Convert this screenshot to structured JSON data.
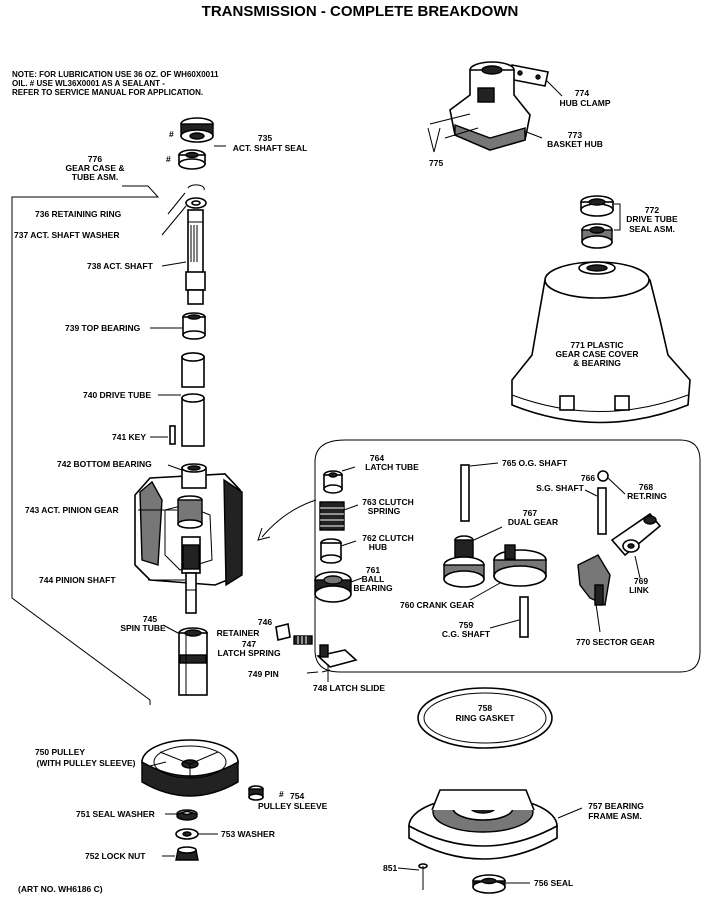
{
  "title": "TRANSMISSION - COMPLETE BREAKDOWN",
  "note": [
    "NOTE: FOR LUBRICATION USE 36 OZ. OF WH60X0011",
    "OIL. # USE WL36X0001 AS A SEALANT -",
    "REFER TO SERVICE MANUAL FOR APPLICATION."
  ],
  "art_no": "(ART NO. WH6186 C)",
  "hash": "#",
  "labels": {
    "p774": [
      "774",
      "HUB CLAMP"
    ],
    "p773": [
      "773",
      "BASKET HUB"
    ],
    "p775": "775",
    "p772": [
      "772",
      "DRIVE TUBE",
      "SEAL ASM."
    ],
    "p771": [
      "771 PLASTIC",
      "GEAR CASE COVER",
      "& BEARING"
    ],
    "p735": [
      "735",
      "ACT. SHAFT SEAL"
    ],
    "p776": [
      "776",
      "GEAR CASE &",
      "TUBE ASM."
    ],
    "p736": "736 RETAINING RING",
    "p737": "737  ACT. SHAFT WASHER",
    "p738": "738 ACT. SHAFT",
    "p739": "739 TOP BEARING",
    "p740": "740 DRIVE TUBE",
    "p741": "741 KEY",
    "p742": "742 BOTTOM BEARING",
    "p743": "743 ACT. PINION GEAR",
    "p744": "744 PINION SHAFT",
    "p745": [
      "745",
      "SPIN TUBE"
    ],
    "p746": [
      "746",
      "RETAINER"
    ],
    "p747": [
      "747",
      "LATCH SPRING"
    ],
    "p749": "749 PIN",
    "p748": "748 LATCH SLIDE",
    "p764": [
      "764",
      "LATCH TUBE"
    ],
    "p763": [
      "763 CLUTCH",
      "SPRING"
    ],
    "p762": [
      "762 CLUTCH",
      "HUB"
    ],
    "p761": [
      "761",
      "BALL",
      "BEARING"
    ],
    "p765": "765 O.G. SHAFT",
    "p767": [
      "767",
      "DUAL GEAR"
    ],
    "p766": [
      "766",
      "S.G. SHAFT"
    ],
    "p768": [
      "768",
      "RET.RING"
    ],
    "p769": [
      "769",
      "LINK"
    ],
    "p760": "760 CRANK GEAR",
    "p759": [
      "759",
      "C.G. SHAFT"
    ],
    "p770": "770 SECTOR GEAR",
    "p758": [
      "758",
      "RING GASKET"
    ],
    "p750": [
      "750 PULLEY",
      "(WITH PULLEY SLEEVE)"
    ],
    "p754": [
      "754",
      "PULLEY SLEEVE"
    ],
    "p751": "751 SEAL WASHER",
    "p753": "753 WASHER",
    "p752": "752 LOCK NUT",
    "p757": [
      "757 BEARING",
      "FRAME ASM."
    ],
    "p851": "851",
    "p756": "756 SEAL"
  }
}
